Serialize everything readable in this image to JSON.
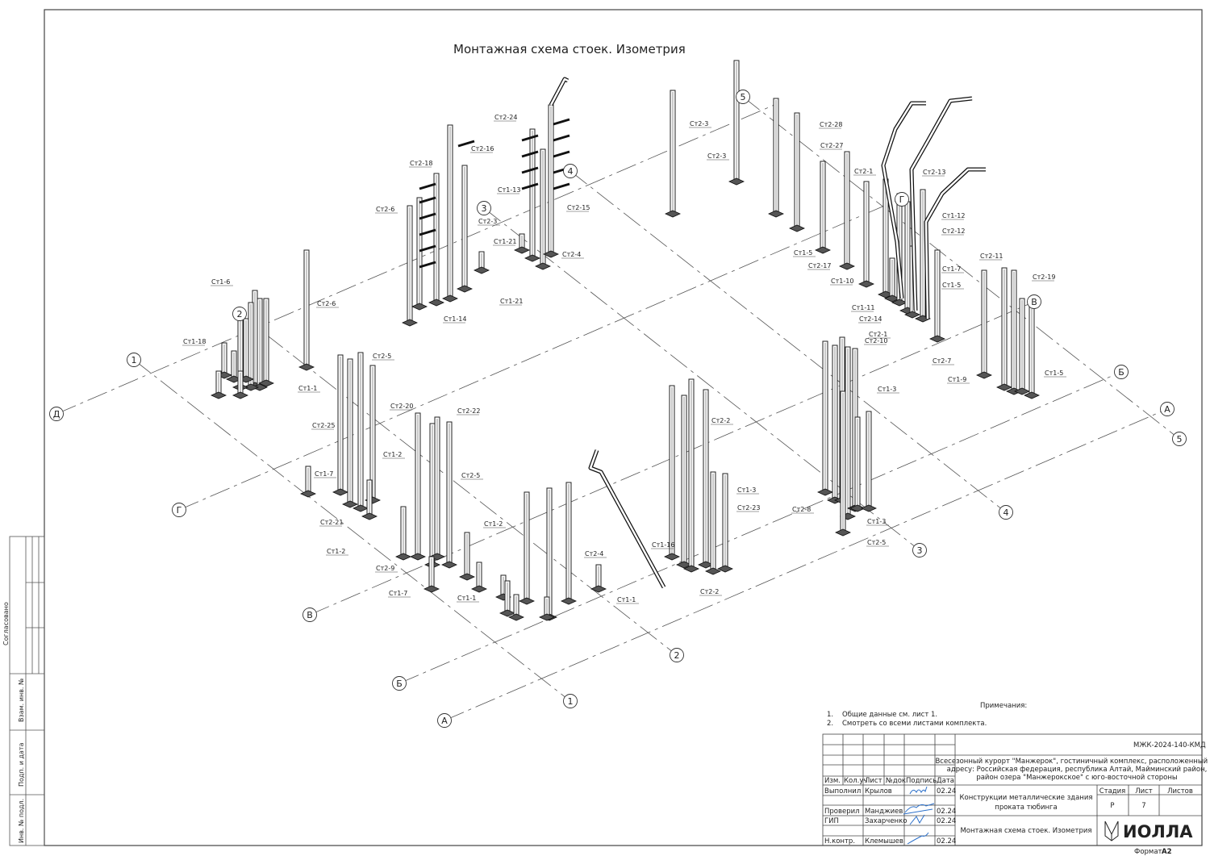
{
  "drawing_title": "Монтажная схема стоек. Изометрия",
  "axis_bubbles": [
    "1",
    "1",
    "2",
    "2",
    "3",
    "3",
    "4",
    "4",
    "5",
    "5",
    "Д",
    "Г",
    "Г",
    "В",
    "В",
    "Б",
    "Б",
    "А",
    "А"
  ],
  "post_labels": [
    "Ст2-24",
    "Ст2-16",
    "Ст2-18",
    "Ст2-6",
    "Ст1-13",
    "Ст2-3",
    "Ст2-15",
    "Ст1-21",
    "Ст2-4",
    "Ст1-21",
    "Ст1-14",
    "Ст2-6",
    "Ст1-6",
    "Ст1-18",
    "Ст1-1",
    "Ст2-3",
    "Ст2-3",
    "Ст2-28",
    "Ст2-27",
    "Ст2-1",
    "Ст2-13",
    "Ст1-12",
    "Ст2-12",
    "Ст1-5",
    "Ст2-17",
    "Ст1-10",
    "Ст1-11",
    "Ст2-14",
    "Ст1-7",
    "Ст1-5",
    "Ст2-11",
    "Ст2-19",
    "Ст2-1",
    "Ст2-10",
    "Ст2-7",
    "Ст1-9",
    "Ст1-5",
    "Ст1-3",
    "Ст2-5",
    "Ст2-20",
    "Ст2-22",
    "Ст2-25",
    "Ст1-2",
    "Ст2-5",
    "Ст1-7",
    "Ст2-21",
    "Ст1-2",
    "Ст1-2",
    "Ст2-9",
    "Ст1-7",
    "Ст2-4",
    "Ст1-1",
    "Ст1-1",
    "Ст1-16",
    "Ст2-2",
    "Ст1-3",
    "Ст2-23",
    "Ст2-2",
    "Ст2-8",
    "Ст1-3",
    "Ст2-5"
  ],
  "notes": {
    "heading": "Примечания:",
    "items": [
      {
        "num": "1.",
        "text": "Общие данные см. лист 1."
      },
      {
        "num": "2.",
        "text": "Смотреть со всеми листами комплекта."
      }
    ]
  },
  "side_stamp": {
    "agreed": "Согласовано",
    "replace_inv": "Взам. инв. №",
    "sign_date": "Подп. и дата",
    "inv_orig": "Инв. № подл."
  },
  "title_block": {
    "code": "МЖК-2024-140-КМД",
    "address": [
      "Всесезонный курорт \"Манжерок\", гостиничный комплекс, расположенный по",
      "адресу: Российская федерация, республика Алтай, Майминский район,",
      "район озера \"Манжерокское\" с юго-восточной стороны"
    ],
    "headers": [
      "Изм.",
      "Кол.уч",
      "Лист",
      "№док",
      "Подпись",
      "Дата"
    ],
    "signers": [
      {
        "role": "Выполнил",
        "name": "Крылов",
        "date": "02.24"
      },
      {
        "role": "Проверил",
        "name": "Манджиев",
        "date": "02.24"
      },
      {
        "role": "ГИП",
        "name": "Захарченко",
        "date": "02.24"
      },
      {
        "role": "Н.контр.",
        "name": "Клемышев",
        "date": "02.24"
      }
    ],
    "object_name": [
      "Конструкции металлические здания",
      "проката тюбинга"
    ],
    "stage_label": "Стадия",
    "sheet_label": "Лист",
    "sheets_label": "Листов",
    "stage": "Р",
    "sheet": "7",
    "sheets": "",
    "sheet_title": "Монтажная схема стоек. Изометрия",
    "company": "ИОЛЛА",
    "format_label": "Формат",
    "format": "А2"
  },
  "colors": {
    "line": "#222222",
    "signature": "#2a6fc9"
  }
}
